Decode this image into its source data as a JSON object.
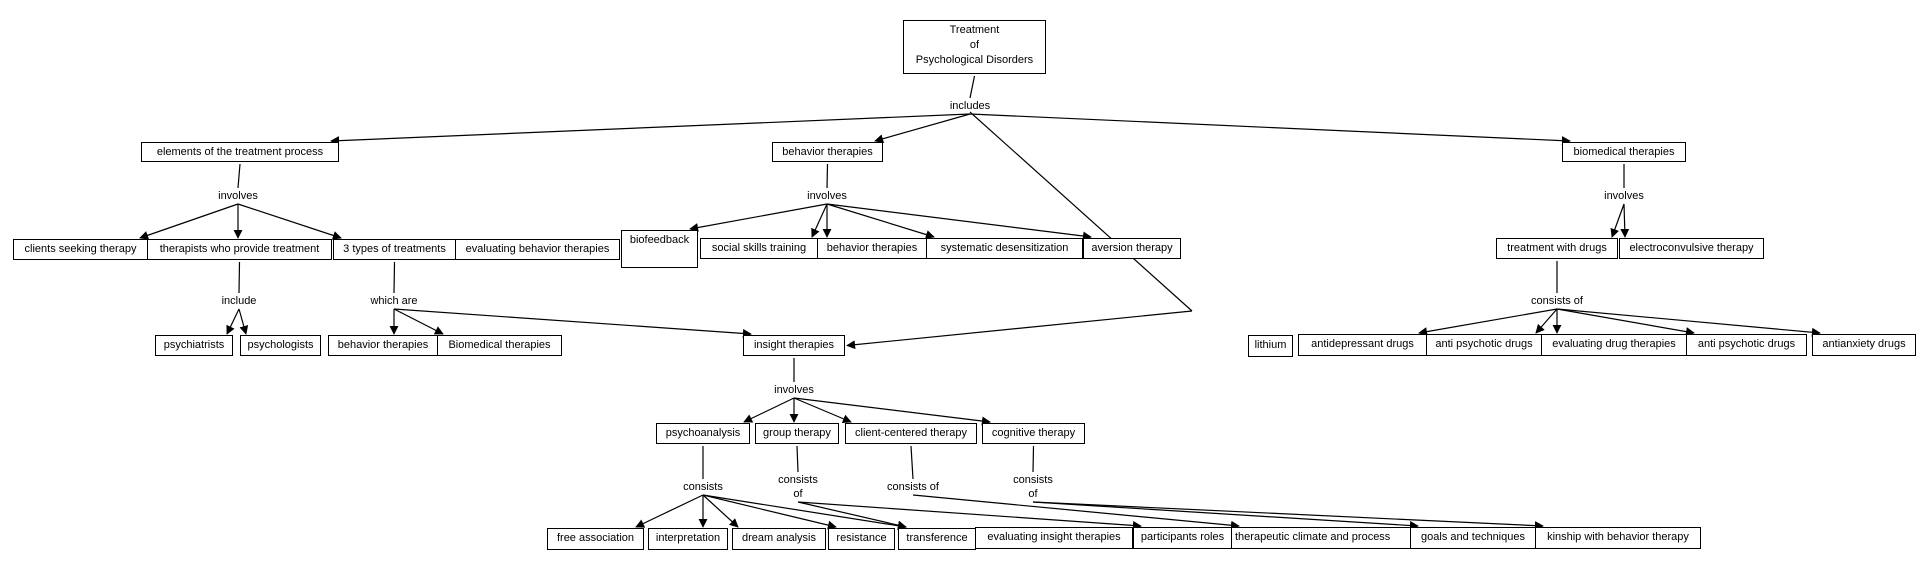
{
  "title": "Treatment of Psychological Disorders",
  "colors": {
    "line": "#000000",
    "node_border": "#000000",
    "background": "#ffffff"
  },
  "concepts": {
    "root": "Treatment\nof\nPsychological Disorders",
    "elements": "elements of the treatment process",
    "behavior_top": "behavior therapies",
    "biomedical_top": "biomedical therapies",
    "clients": "clients seeking therapy",
    "therapists": "therapists who provide treatment",
    "three_types": "3 types of treatments",
    "eval_behavior": "evaluating behavior therapies",
    "biofeedback": "biofeedback",
    "social_skills": "social skills training",
    "behavior_mid": "behavior therapies",
    "systematic": "systematic  desensitization",
    "aversion": "aversion therapy",
    "treatment_drugs": "treatment with drugs",
    "electroconvulsive": "electroconvulsive therapy",
    "psychiatrists": "psychiatrists",
    "psychologists": "psychologists",
    "behavior_low": "behavior therapies",
    "biomedical_low": "Biomedical therapies",
    "insight": "insight therapies",
    "lithium": "lithium",
    "antidepressant": "antidepressant drugs",
    "antipsychotic1": "anti psychotic drugs",
    "eval_drug": "evaluating drug therapies",
    "antipsychotic2": "anti psychotic  drugs",
    "antianxiety": "antianxiety  drugs",
    "psychoanalysis": "psychoanalysis",
    "group": "group therapy",
    "client_centered": "client-centered therapy",
    "cognitive": "cognitive  therapy",
    "free_assoc": "free association",
    "interpretation": "interpretation",
    "dream": "dream analysis",
    "resistance": "resistance",
    "transference": "transference",
    "eval_insight": "evaluating insight therapies",
    "participants": "participants roles",
    "climate": "therapeutic climate and process",
    "goals": "goals and techniques",
    "kinship": "kinship with behavior therapy"
  },
  "phrases": {
    "includes": "includes",
    "involves_elements": "involves",
    "involves_behavior": "involves",
    "involves_biomedical": "involves",
    "include_therapists": "include",
    "which_are": "which are",
    "consists_of_drugs": "consists of",
    "involves_insight": "involves",
    "consists_psycho": "consists",
    "consists_of_group": "consists\nof",
    "consists_of_client": "consists of",
    "consists_of_cognitive": "consists\nof"
  },
  "links": [
    {
      "from": "root",
      "via": "includes",
      "to": [
        "elements",
        "behavior_top",
        "biomedical_top",
        "insight"
      ]
    },
    {
      "from": "elements",
      "via": "involves_elements",
      "to": [
        "clients",
        "therapists",
        "three_types"
      ]
    },
    {
      "from": "behavior_top",
      "via": "involves_behavior",
      "to": [
        "biofeedback",
        "social_skills",
        "behavior_mid",
        "systematic",
        "aversion"
      ]
    },
    {
      "from": "biomedical_top",
      "via": "involves_biomedical",
      "to": [
        "treatment_drugs",
        "electroconvulsive"
      ]
    },
    {
      "from": "therapists",
      "via": "include_therapists",
      "to": [
        "psychiatrists",
        "psychologists"
      ]
    },
    {
      "from": "three_types",
      "via": "which_are",
      "to": [
        "behavior_low",
        "biomedical_low",
        "insight"
      ]
    },
    {
      "from": "treatment_drugs",
      "via": "consists_of_drugs",
      "to": [
        "antidepressant",
        "antipsychotic1",
        "eval_drug",
        "antipsychotic2",
        "antianxiety"
      ]
    },
    {
      "from": "insight",
      "via": "involves_insight",
      "to": [
        "psychoanalysis",
        "group",
        "client_centered",
        "cognitive"
      ]
    },
    {
      "from": "psychoanalysis",
      "via": "consists_psycho",
      "to": [
        "free_assoc",
        "interpretation",
        "dream",
        "resistance",
        "transference"
      ]
    },
    {
      "from": "group",
      "via": "consists_of_group",
      "to": [
        "transference",
        "participants"
      ]
    },
    {
      "from": "client_centered",
      "via": "consists_of_client",
      "to": [
        "climate"
      ]
    },
    {
      "from": "cognitive",
      "via": "consists_of_cognitive",
      "to": [
        "goals",
        "kinship"
      ]
    }
  ]
}
